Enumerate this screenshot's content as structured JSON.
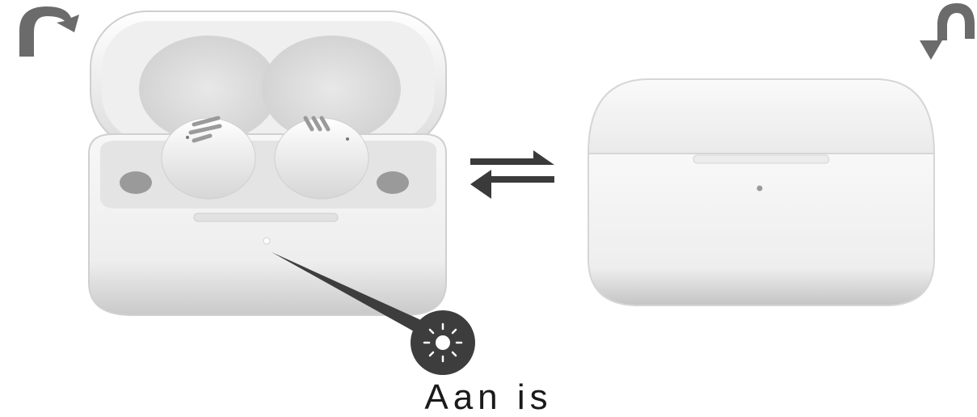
{
  "diagram": {
    "caption": "Aan is",
    "steps": [
      {
        "name": "open-case",
        "icon": "rotate-open-arrow-icon"
      },
      {
        "name": "close-case",
        "icon": "rotate-close-arrow-icon"
      }
    ],
    "connector_icon": "swap-arrows-icon",
    "callout_icon": "led-light-icon",
    "colors": {
      "arrow_gray": "#6b6b6b",
      "swap_dark": "#3a3a3a",
      "callout": "#3d3d3d",
      "case_white": "#f4f4f4"
    }
  }
}
